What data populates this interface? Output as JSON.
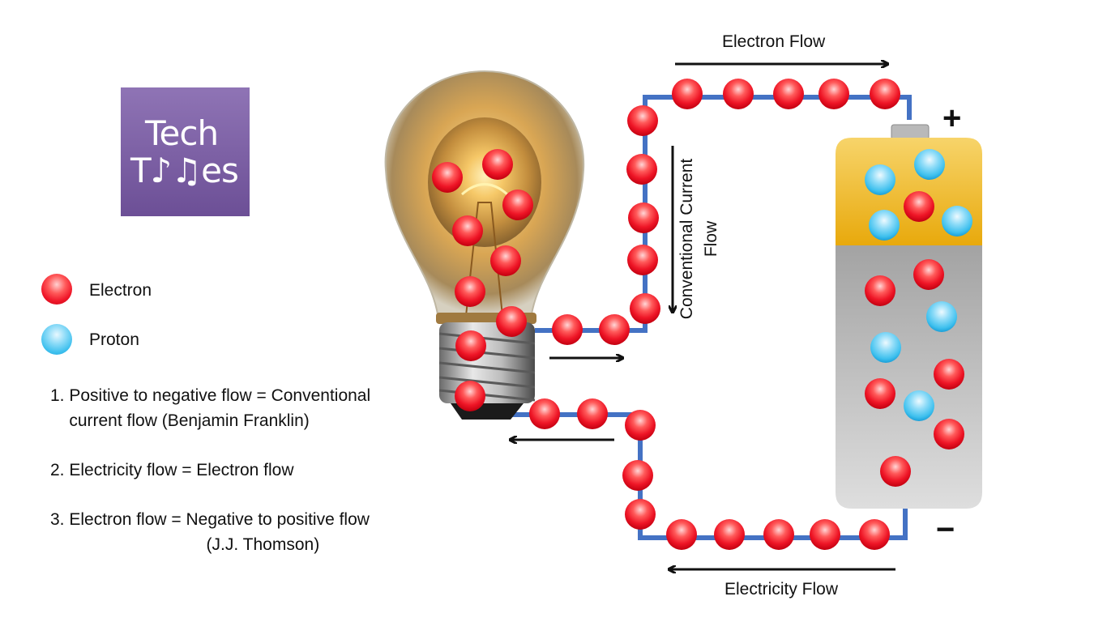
{
  "logo": {
    "line1": "Tech",
    "line2": "T♪♫es"
  },
  "legend": [
    {
      "label": "Electron",
      "kind": "electron",
      "color": "#f0182a"
    },
    {
      "label": "Proton",
      "kind": "proton",
      "color": "#3ec0ee"
    }
  ],
  "notes": [
    "1. Positive to negative flow = Conventional\n    current flow (Benjamin Franklin)",
    "2. Electricity flow = Electron flow",
    "3. Electron flow = Negative to positive flow\n                                 (J.J. Thomson)"
  ],
  "labels": {
    "electron_flow": "Electron Flow",
    "conventional_current_flow": "Conventional Current\nFlow",
    "electricity_flow": "Electricity Flow"
  },
  "battery": {
    "positive_sign": "+",
    "negative_sign": "−"
  },
  "colors": {
    "wire": "#4472c4",
    "electron": "#f0182a",
    "proton": "#3ec0ee",
    "battery_top": "#f2c12e",
    "battery_body": "#a8a8a8",
    "logo": "#7a5ea8"
  }
}
